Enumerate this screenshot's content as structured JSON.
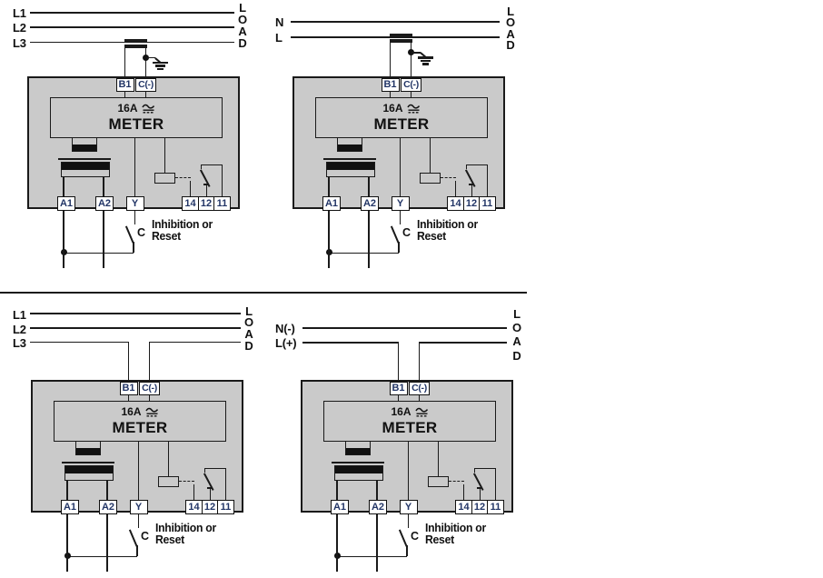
{
  "colors": {
    "housing_fill": "#cacaca",
    "line": "#1a1a1a",
    "terminal_text": "#223566",
    "text": "#111111"
  },
  "icons": {
    "acdc": "ac-dc-current-symbol",
    "ground": "earth-ground-symbol",
    "ct": "current-transformer-clamp",
    "junction": "junction-dot"
  },
  "diagrams": [
    {
      "lines": [
        "L1",
        "L2",
        "L3"
      ],
      "load": [
        "L",
        "O",
        "A",
        "D"
      ],
      "meter": {
        "rating": "16A",
        "label": "METER"
      },
      "top_terminals": [
        "B1",
        "C(-)"
      ],
      "bottom_terminals": [
        "A1",
        "A2",
        "Y",
        "14",
        "12",
        "11"
      ],
      "switch_label": "C",
      "note_line1": "Inhibition or",
      "note_line2": "Reset"
    },
    {
      "lines": [
        "N",
        "L"
      ],
      "load": [
        "L",
        "O",
        "A",
        "D"
      ],
      "meter": {
        "rating": "16A",
        "label": "METER"
      },
      "top_terminals": [
        "B1",
        "C(-)"
      ],
      "bottom_terminals": [
        "A1",
        "A2",
        "Y",
        "14",
        "12",
        "11"
      ],
      "switch_label": "C",
      "note_line1": "Inhibition or",
      "note_line2": "Reset"
    },
    {
      "lines": [
        "L1",
        "L2",
        "L3"
      ],
      "load": [
        "L",
        "O",
        "A",
        "D"
      ],
      "meter": {
        "rating": "16A",
        "label": "METER"
      },
      "top_terminals": [
        "B1",
        "C(-)"
      ],
      "bottom_terminals": [
        "A1",
        "A2",
        "Y",
        "14",
        "12",
        "11"
      ],
      "switch_label": "C",
      "note_line1": "Inhibition or",
      "note_line2": "Reset"
    },
    {
      "lines": [
        "N(-)",
        "L(+)"
      ],
      "load": [
        "L",
        "O",
        "A",
        "D"
      ],
      "meter": {
        "rating": "16A",
        "label": "METER"
      },
      "top_terminals": [
        "B1",
        "C(-)"
      ],
      "bottom_terminals": [
        "A1",
        "A2",
        "Y",
        "14",
        "12",
        "11"
      ],
      "switch_label": "C",
      "note_line1": "Inhibition or",
      "note_line2": "Reset"
    }
  ]
}
